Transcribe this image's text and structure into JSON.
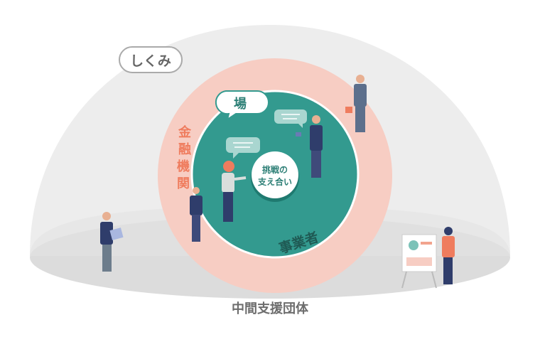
{
  "labels": {
    "shikumi": "しくみ",
    "ba": "場",
    "kinyu": [
      "金",
      "融",
      "機",
      "関"
    ],
    "jigyosha": "事業者",
    "center_line1": "挑戦の",
    "center_line2": "支え合い",
    "chukan": "中間支援団体"
  },
  "colors": {
    "dome": "#ededed",
    "ground": "#dcdcdc",
    "pink": "#f7cdc3",
    "teal": "#339a8f",
    "orange_text": "#ef7c5e",
    "gray_text": "#6d6d6d"
  }
}
